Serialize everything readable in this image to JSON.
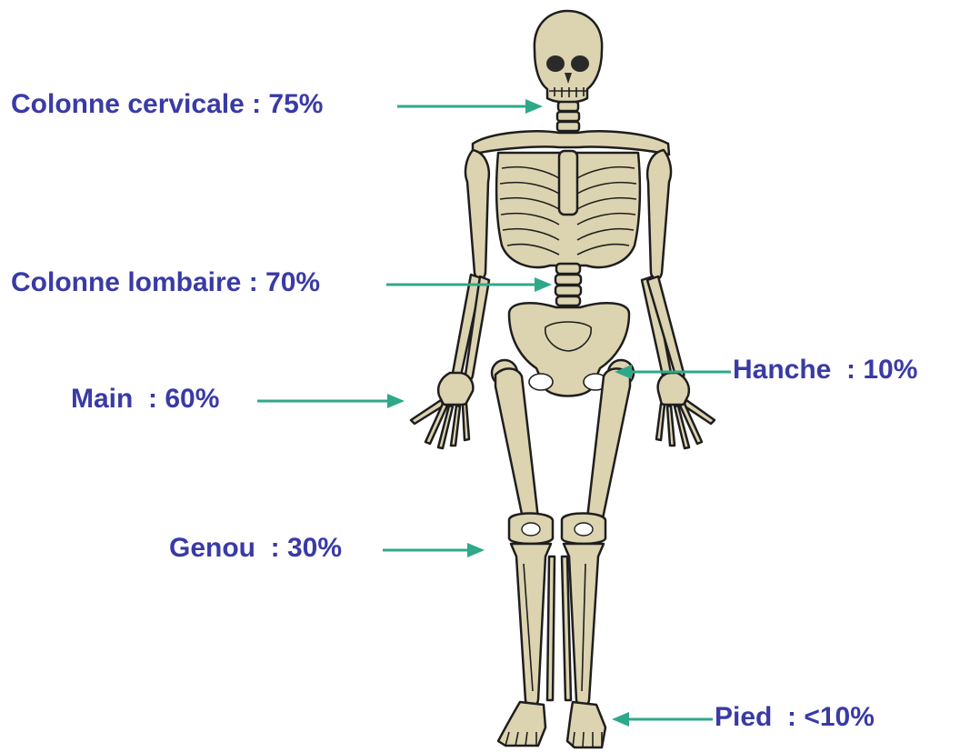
{
  "colors": {
    "label_text": "#3a3aa6",
    "arrow": "#2fa88a",
    "bone_fill": "#dcd3b0",
    "bone_outline": "#1e1e1e",
    "background": "#ffffff"
  },
  "labels": {
    "cervical": "Colonne cervicale : 75%",
    "lumbar": "Colonne lombaire : 70%",
    "hand": "Main  : 60%",
    "hip": "Hanche  : 10%",
    "knee": "Genou  : 30%",
    "foot": "Pied  : <10%"
  },
  "figure": {
    "icon": "human-skeleton"
  }
}
